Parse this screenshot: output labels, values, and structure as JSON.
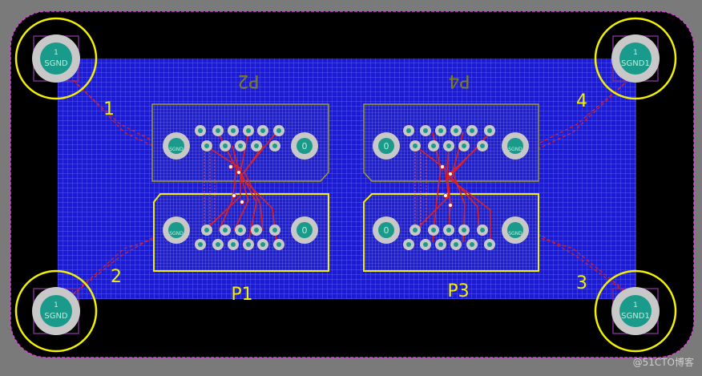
{
  "board": {
    "mounting_holes": [
      {
        "pin": "1",
        "net": "SGND"
      },
      {
        "pin": "1",
        "net": "SGND1"
      },
      {
        "pin": "1",
        "net": "SGND"
      },
      {
        "pin": "1",
        "net": "SGND1"
      }
    ],
    "corner_labels": [
      "1",
      "2",
      "3",
      "4"
    ],
    "connectors": {
      "p1": {
        "designator": "P1",
        "pad_gnd": "SGND",
        "pad_zero": "0"
      },
      "p2": {
        "designator": "P2",
        "pad_gnd": "SGND",
        "pad_zero": "0"
      },
      "p3": {
        "designator": "P3",
        "pad_gnd": "SGND",
        "pad_zero": "0"
      },
      "p4": {
        "designator": "P4",
        "pad_gnd": "SGND",
        "pad_zero": "0"
      }
    }
  },
  "watermark": "@51CTO博客",
  "colors": {
    "background": "#7a7a7a",
    "board": "#000000",
    "copper_pour": "#1b1bd6",
    "silkscreen": "#f2f200",
    "keepout": "#e040e0",
    "trace": "#e02020",
    "pad": "#c8c8c8",
    "pad_center": "#1a9a8a"
  }
}
